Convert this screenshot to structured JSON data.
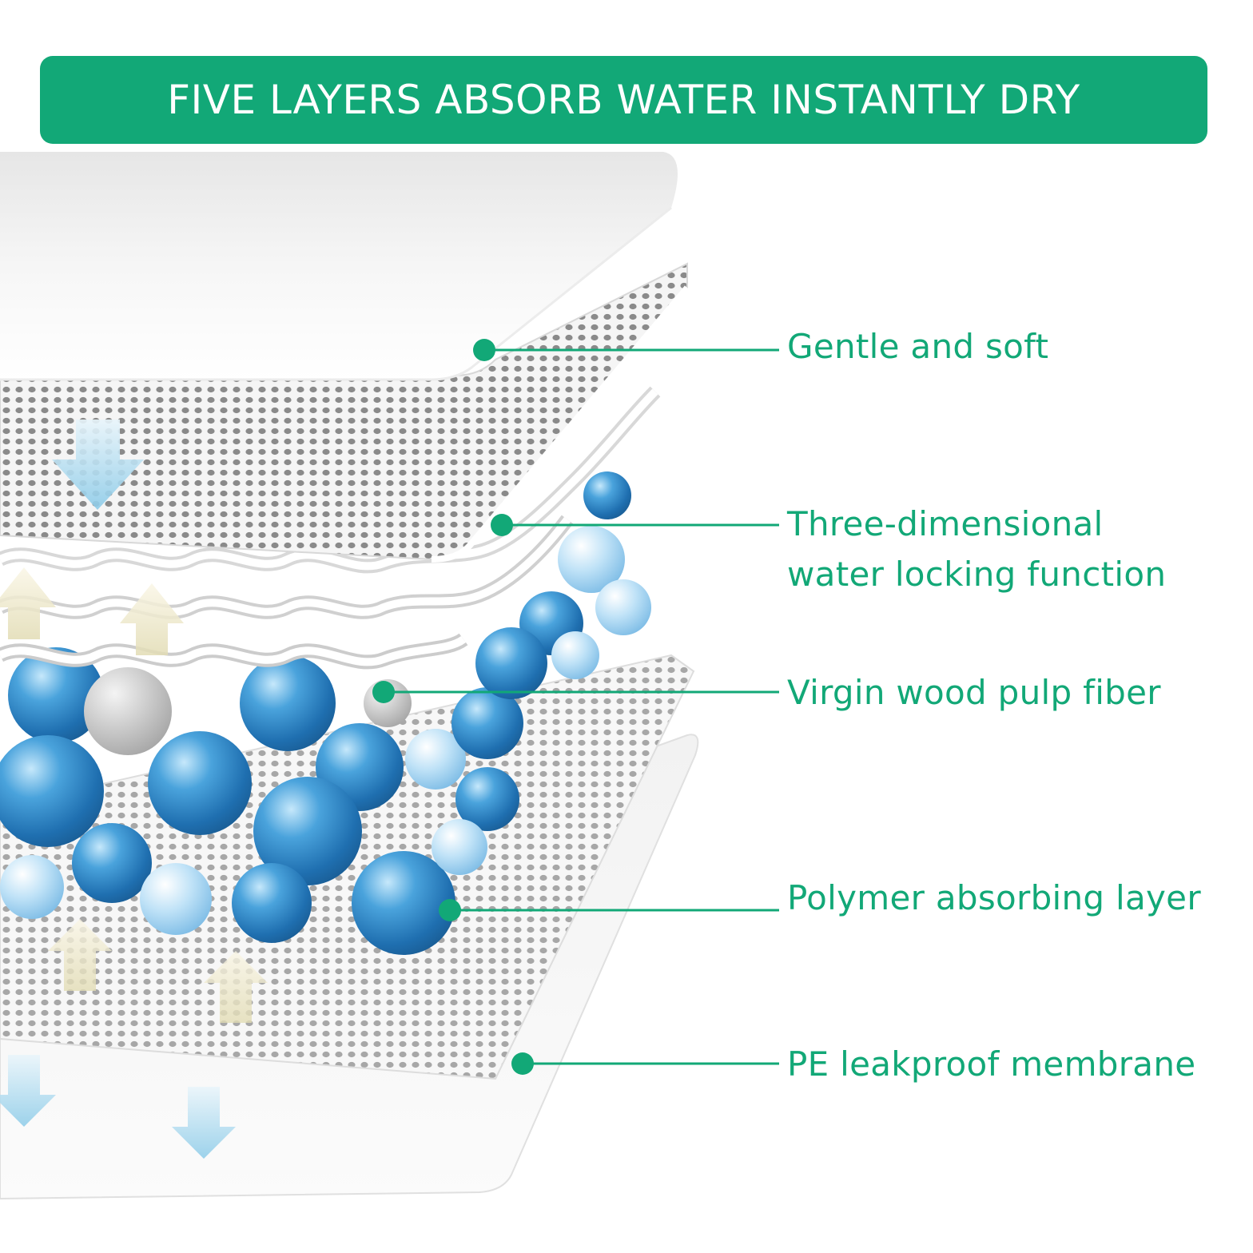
{
  "title": "FIVE LAYERS ABSORB WATER INSTANTLY DRY",
  "colors": {
    "accent": "#12a877",
    "banner_text": "#ffffff",
    "mesh": "#8d8d8d",
    "bead_blue": "#2e86c9",
    "bead_light": "#a9d6f2"
  },
  "layers": [
    {
      "label": "Gentle and soft"
    },
    {
      "label": "Three-dimensional",
      "label2": "water locking function"
    },
    {
      "label": "Virgin wood pulp fiber"
    },
    {
      "label": "Polymer absorbing layer"
    },
    {
      "label": "PE leakproof membrane"
    }
  ]
}
